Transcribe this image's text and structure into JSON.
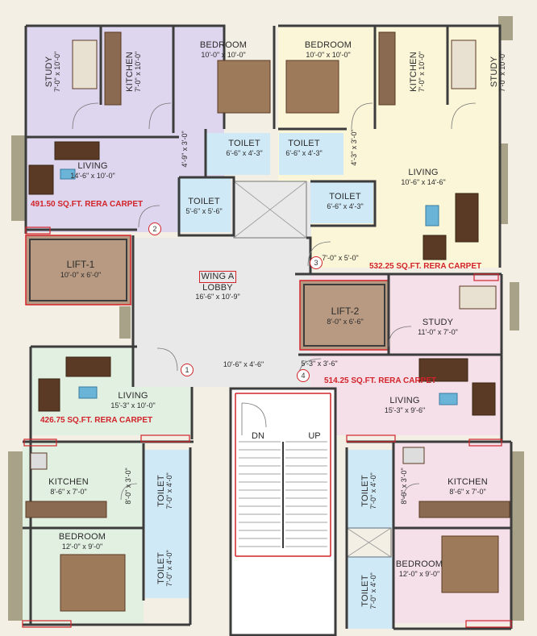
{
  "colors": {
    "wall": "#3c3c3c",
    "redline": "#d2232a",
    "flat_purple": "#ddd6ee",
    "flat_yellow": "#fbf6d8",
    "flat_green": "#e2f0e2",
    "flat_pink": "#f5dfe8",
    "toilet_blue": "#cfe9f6",
    "lift_brown": "#b89a82",
    "lobby_grey": "#e9e9e9",
    "balcony": "#a8a388"
  },
  "rooms": {
    "study_tl": {
      "name": "STUDY",
      "dim": "7'-0\" x 10'-0\""
    },
    "kitchen_tl": {
      "name": "KITCHEN",
      "dim": "7'-0\" x 10'-0\""
    },
    "bedroom_tl": {
      "name": "BEDROOM",
      "dim": "10'-0\" x 10'-0\""
    },
    "bedroom_tr": {
      "name": "BEDROOM",
      "dim": "10'-0\" x 10'-0\""
    },
    "kitchen_tr": {
      "name": "KITCHEN",
      "dim": "7'-0\" x 10'-0\""
    },
    "study_tr": {
      "name": "STUDY",
      "dim": "7'-0\" x 10'-0\""
    },
    "toilet_a": {
      "name": "TOILET",
      "dim": "6'-6\" x 4'-3\""
    },
    "toilet_b": {
      "name": "TOILET",
      "dim": "6'-6\" x 4'-3\""
    },
    "passage_tl": {
      "dim": "4'-9\" x 3'-0\""
    },
    "passage_tr": {
      "dim": "4'-3\" x 3'-0\""
    },
    "living_tl": {
      "name": "LIVING",
      "dim": "14'-6\" x 10'-0\""
    },
    "living_tr": {
      "name": "LIVING",
      "dim": "10'-6\" x 14'-6\""
    },
    "toilet_c": {
      "name": "TOILET",
      "dim": "5'-6\" x 5'-6\""
    },
    "toilet_d": {
      "name": "TOILET",
      "dim": "6'-6\" x 4'-3\""
    },
    "lift1": {
      "name": "LIFT-1",
      "dim": "10'-0\" x 6'-0\""
    },
    "lobby": {
      "wing": "WING A",
      "name": "LOBBY",
      "dim": "16'-6\" x 10'-9\""
    },
    "passage_r": {
      "dim": "7'-0\" x 5'-0\""
    },
    "lift2": {
      "name": "LIFT-2",
      "dim": "8'-0\" x 6'-6\""
    },
    "study_br": {
      "name": "STUDY",
      "dim": "11'-0\" x 7'-0\""
    },
    "passage_br": {
      "dim": "5'-3\" x 3'-6\""
    },
    "corridor": {
      "dim": "10'-6\" x 4'-6\""
    },
    "living_bl": {
      "name": "LIVING",
      "dim": "15'-3\" x 10'-0\""
    },
    "living_br": {
      "name": "LIVING",
      "dim": "15'-3\" x 9'-6\""
    },
    "kitchen_bl": {
      "name": "KITCHEN",
      "dim": "8'-6\" x 7'-0\""
    },
    "kitchen_br": {
      "name": "KITCHEN",
      "dim": "8'-6\" x 7'-0\""
    },
    "pass_bl": {
      "dim": "8'-0\" x 3'-0\""
    },
    "pass_br": {
      "dim": "8'-0\" x 3'-0\""
    },
    "toilet_e": {
      "name": "TOILET",
      "dim": "7'-0\" x 4'-0\""
    },
    "toilet_f": {
      "name": "TOILET",
      "dim": "7'-0\" x 4'-0\""
    },
    "toilet_g": {
      "name": "TOILET",
      "dim": "7'-0\" x 4'-0\""
    },
    "toilet_h": {
      "name": "TOILET",
      "dim": "7'-0\" x 4'-0\""
    },
    "bedroom_bl": {
      "name": "BEDROOM",
      "dim": "12'-0\" x 9'-0\""
    },
    "bedroom_br": {
      "name": "BEDROOM",
      "dim": "12'-0\" x 9'-0\""
    }
  },
  "stairs": {
    "down": "DN",
    "up": "UP"
  },
  "flats": {
    "f1": {
      "area": "491.50 SQ.FT. RERA CARPET",
      "number": "2"
    },
    "f2": {
      "area": "532.25 SQ.FT. RERA CARPET",
      "number": "3"
    },
    "f3": {
      "area": "426.75 SQ.FT. RERA CARPET",
      "number": "1"
    },
    "f4": {
      "area": "514.25 SQ.FT. RERA CARPET",
      "number": "4"
    }
  }
}
